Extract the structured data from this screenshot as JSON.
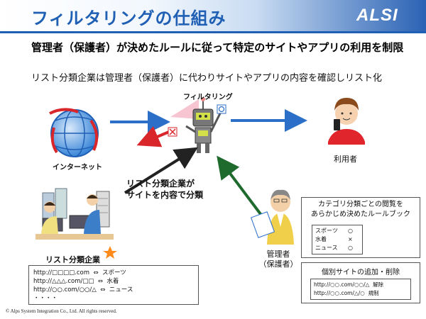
{
  "slide": {
    "title": "フィルタリングの仕組み",
    "logo_text": "ALSI",
    "headline": "管理者（保護者）が決めたルールに従って特定のサイトやアプリの利用を制限",
    "subline": "リスト分類企業は管理者（保護者）に代わりサイトやアプリの内容を確認しリスト化",
    "copyright": "© Alps System Integration Co., Ltd. All rights reserved."
  },
  "diagram": {
    "internet_label": "インターネット",
    "filtering_label": "フィルタリング",
    "user_label": "利用者",
    "company_label": "リスト分類企業",
    "classify_text_line1": "リスト分類企業が",
    "classify_text_line2": "サイトを内容で分類",
    "admin_label_line1": "管理者",
    "admin_label_line2": "（保護者）"
  },
  "site_list": [
    {
      "url": "http://□□□□.com",
      "arrow": "⇔",
      "category": "スポーツ"
    },
    {
      "url": "http://△△△.com/□□",
      "arrow": "⇔",
      "category": "水着"
    },
    {
      "url": "http://○○.com/○○/△",
      "arrow": "⇔",
      "category": "ニュース"
    },
    {
      "url": "・・・・",
      "arrow": "",
      "category": ""
    }
  ],
  "rulebook": {
    "title_line1": "カテゴリ分類ごとの閲覧を",
    "title_line2": "あらかじめ決めたルールブック",
    "items": [
      {
        "category": "スポーツ",
        "mark": "○"
      },
      {
        "category": "水着",
        "mark": "×"
      },
      {
        "category": "ニュース",
        "mark": "○"
      }
    ]
  },
  "individual": {
    "title": "個別サイトの追加・削除",
    "items": [
      {
        "url": "http://○○.com/○○/△",
        "action": "解除"
      },
      {
        "url": "http://○○.com/△/○",
        "action": "規制"
      }
    ]
  },
  "colors": {
    "title_blue": "#1f5fb4",
    "arrow_blue": "#2c6fc9",
    "arrow_red": "#d9262b",
    "arrow_green": "#1f6b2e",
    "arrow_black": "#222222"
  },
  "icons": [
    "globe-icon",
    "robot-icon",
    "user-person-icon",
    "office-workers-icon",
    "admin-person-icon",
    "star-icon"
  ]
}
